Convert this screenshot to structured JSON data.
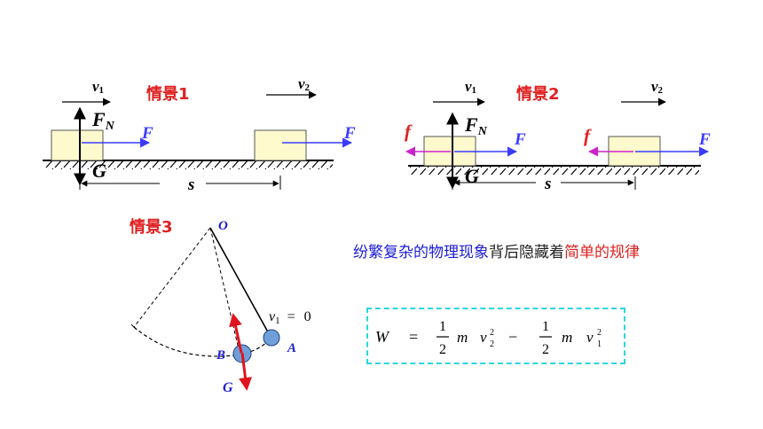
{
  "scene1": {
    "title": "情景1",
    "v1_label": "v",
    "v1_sub": "1",
    "v2_label": "v",
    "v2_sub": "2",
    "normal_label": "F",
    "normal_sub": "N",
    "force_label": "F",
    "gravity_label": "G",
    "displacement_label": "s"
  },
  "scene2": {
    "title": "情景2",
    "v1_label": "v",
    "v1_sub": "1",
    "v2_label": "v",
    "v2_sub": "2",
    "normal_label": "F",
    "normal_sub": "N",
    "force_label": "F",
    "friction_label": "f",
    "gravity_label": "G",
    "displacement_label": "s"
  },
  "scene3": {
    "title": "情景3",
    "pivot_label": "O",
    "point_a_label": "A",
    "point_b_label": "B",
    "gravity_label": "G",
    "speed_label": "v",
    "speed_sub": "1",
    "speed_eq": "=",
    "speed_value": "0"
  },
  "caption": {
    "part1": "纷繁复杂的物理现象",
    "part2": "背后隐藏着",
    "part3": "简单的规律",
    "color1": "#1c1cd6",
    "color2": "#222222",
    "color3": "#e02020"
  },
  "formula": {
    "lhs": "W",
    "eq": "=",
    "frac_num": "1",
    "frac_den": "2",
    "mass": "m",
    "vel": "v",
    "sub2": "2",
    "sup2": "2",
    "minus": "−",
    "sub1": "1"
  },
  "colors": {
    "force_blue": "#3b3bff",
    "friction_magenta": "#cc22cc",
    "title_red": "#e02020",
    "block_fill": "#fffacd",
    "box_border": "#2ad6e0",
    "ball_fill": "#6f9fd8",
    "gravity_red": "#e0141e"
  }
}
